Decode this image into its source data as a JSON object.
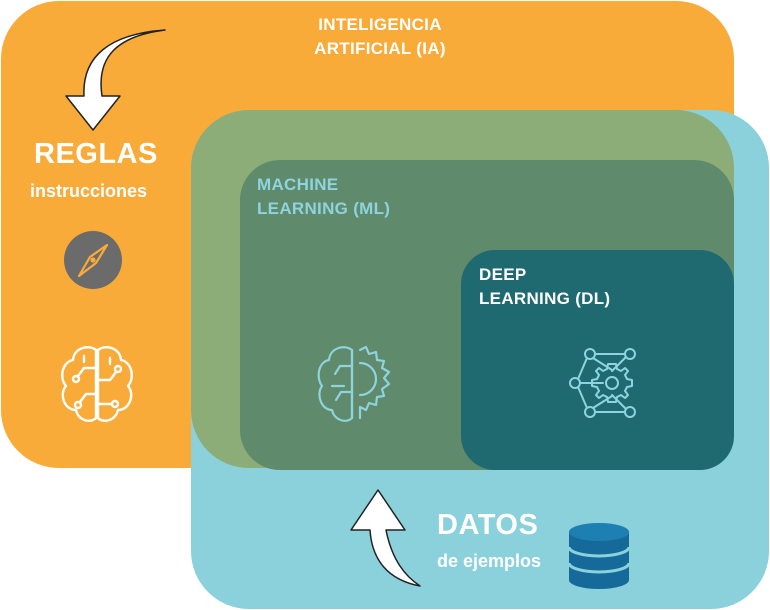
{
  "colors": {
    "ia_orange": "#f9ab3a",
    "datos_blue": "#8ad1dc",
    "overlap_green": "#8cac78",
    "ml_green": "#5f8a6b",
    "dl_teal": "#1f6a71",
    "icon_gray": "#6b6b6b",
    "icon_cyan": "#8ed3dd",
    "db_blue": "#166a99"
  },
  "ia": {
    "title_line1": "INTELIGENCIA",
    "title_line2": "ARTIFICIAL (IA)"
  },
  "reglas": {
    "title": "REGLAS",
    "subtitle": "instrucciones"
  },
  "ml": {
    "title_line1": "MACHINE",
    "title_line2": "LEARNING (ML)"
  },
  "dl": {
    "title_line1": "DEEP",
    "title_line2": "LEARNING (DL)"
  },
  "datos": {
    "title": "DATOS",
    "subtitle": "de ejemplos"
  },
  "icons": {
    "compass": "compass-icon",
    "brain_circuit": "brain-circuit-icon",
    "brain_gear": "brain-gear-icon",
    "neural_gear": "neural-network-gear-icon",
    "database": "database-icon",
    "arrow_down": "curved-arrow-down-icon",
    "arrow_up": "curved-arrow-up-icon"
  }
}
